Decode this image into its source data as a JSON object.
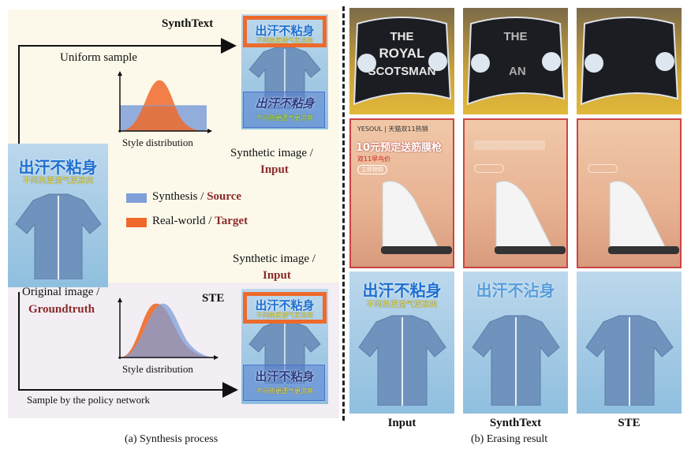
{
  "left": {
    "synthtext_label": "SynthText",
    "uniform_sample": "Uniform sample",
    "style_distribution_top": "Style distribution",
    "synthetic_input_top_1": "Synthetic image /",
    "synthetic_input_top_2": "Input",
    "legend_synthesis": "Synthesis / ",
    "legend_source": "Source",
    "legend_realworld": "Real-world / ",
    "legend_target": "Target",
    "synthetic_input_bot_1": "Synthetic image /",
    "synthetic_input_bot_2": "Input",
    "original_1": "Original image /",
    "original_2": "Groundtruth",
    "ste_label": "STE",
    "style_distribution_bot": "Style distribution",
    "policy_sample": "Sample by the policy network",
    "poster_title": "出汗不粘身",
    "poster_sub": "不闷热更透气更凉爽",
    "caption": "(a)  Synthesis process"
  },
  "right": {
    "columns": [
      "Input",
      "SynthText",
      "STE"
    ],
    "sign_text_1": "THE",
    "sign_text_2": "ROYAL",
    "sign_text_3": "SCOTSMAN",
    "synth_sign_1": "THE",
    "synth_sign_2": "AN",
    "tread_brand": "YESOUL | 天猫双11热销",
    "tread_title": "10元预定送筋膜枪",
    "tread_sub": "双11早鸟价",
    "tread_btn": "立即抢购",
    "poster_title": "出汗不粘身",
    "poster_sub": "不闷热更透气更凉爽",
    "synth_poster_title": "出汗不沾身",
    "caption": "(b)  Erasing result"
  },
  "colors": {
    "synthesis": "#7f9fd9",
    "realworld": "#ef6a2a",
    "accent": "#8b2a2a"
  }
}
